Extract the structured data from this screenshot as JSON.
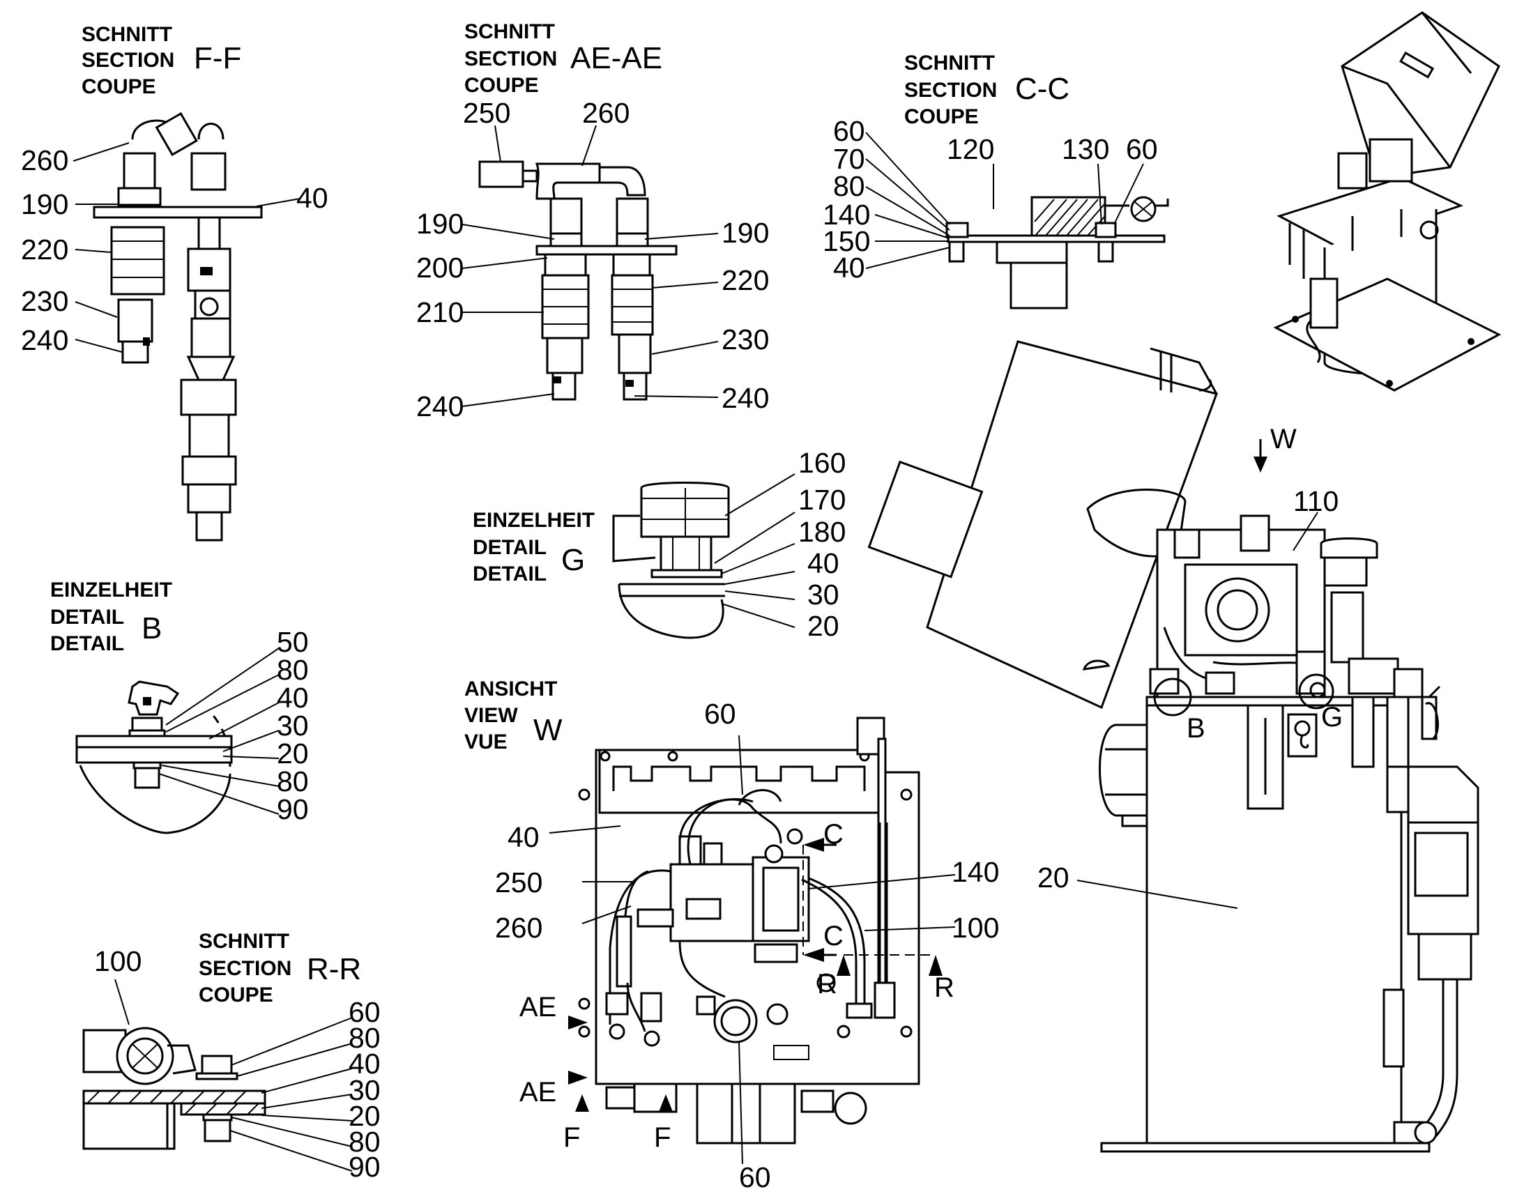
{
  "headers": {
    "schnitt": "SCHNITT",
    "section": "SECTION",
    "coupe": "COUPE",
    "einzelheit": "EINZELHEIT",
    "detail": "DETAIL",
    "ansicht": "ANSICHT",
    "view": "VIEW",
    "vue": "VUE"
  },
  "refs": {
    "ff": "F-F",
    "aeae": "AE-AE",
    "cc": "C-C",
    "b": "B",
    "g": "G",
    "rr": "R-R",
    "w": "W"
  },
  "ff": {
    "c1": "260",
    "c2": "190",
    "c3": "40",
    "c4": "220",
    "c5": "230",
    "c6": "240"
  },
  "ae": {
    "c1": "250",
    "c2": "260",
    "c3": "190",
    "c4": "190",
    "c5": "200",
    "c6": "210",
    "c7": "220",
    "c8": "230",
    "c9": "240",
    "c10": "240"
  },
  "cc": {
    "c1": "60",
    "c2": "70",
    "c3": "80",
    "c4": "140",
    "c5": "150",
    "c6": "40",
    "c7": "120",
    "c8": "130",
    "c9": "60"
  },
  "g": {
    "c1": "160",
    "c2": "170",
    "c3": "180",
    "c4": "40",
    "c5": "30",
    "c6": "20"
  },
  "b": {
    "c1": "50",
    "c2": "80",
    "c3": "40",
    "c4": "30",
    "c5": "20",
    "c6": "80",
    "c7": "90"
  },
  "rr": {
    "c1": "100",
    "c2": "60",
    "c3": "80",
    "c4": "40",
    "c5": "30",
    "c6": "20",
    "c7": "80",
    "c8": "90"
  },
  "w": {
    "c1": "60",
    "c2": "40",
    "c3": "250",
    "c4": "260",
    "c5": "140",
    "c6": "100",
    "c7": "60"
  },
  "w_markers": {
    "c_top": "C",
    "c_bot": "C",
    "r_left": "R",
    "r_right": "R",
    "ae_top": "AE",
    "ae_bot": "AE",
    "f_left": "F",
    "f_right": "F"
  },
  "main": {
    "c110": "110",
    "c20": "20",
    "b_mark": "B",
    "g_mark": "G",
    "w_mark": "W"
  }
}
